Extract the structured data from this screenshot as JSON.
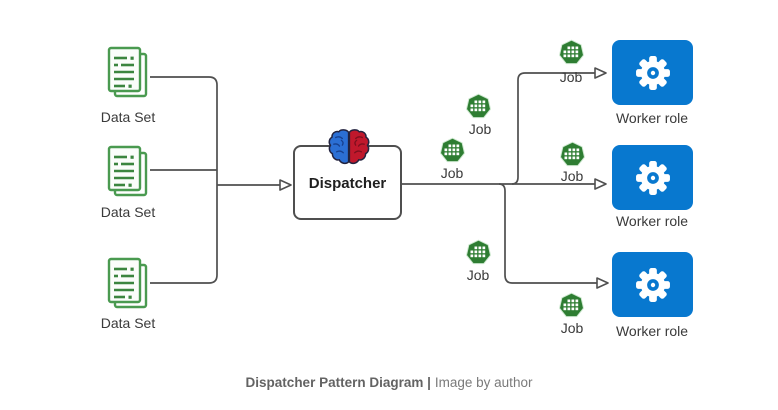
{
  "diagram": {
    "data_sets": [
      {
        "label": "Data Set"
      },
      {
        "label": "Data Set"
      },
      {
        "label": "Data Set"
      }
    ],
    "dispatcher": {
      "label": "Dispatcher"
    },
    "jobs": [
      {
        "label": "Job"
      },
      {
        "label": "Job"
      },
      {
        "label": "Job"
      },
      {
        "label": "Job"
      },
      {
        "label": "Job"
      },
      {
        "label": "Job"
      }
    ],
    "workers": [
      {
        "label": "Worker role"
      },
      {
        "label": "Worker role"
      },
      {
        "label": "Worker role"
      }
    ],
    "colors": {
      "connector_gray": "#4f4f4f",
      "worker_blue": "#0878cf",
      "job_green": "#2e7d32",
      "dataset_green": "#4a9a50",
      "brain_left_blue": "#2b6fd4",
      "brain_right_red": "#c0182c"
    }
  },
  "caption": {
    "title": "Dispatcher Pattern Diagram |",
    "byline": "Image by author"
  }
}
